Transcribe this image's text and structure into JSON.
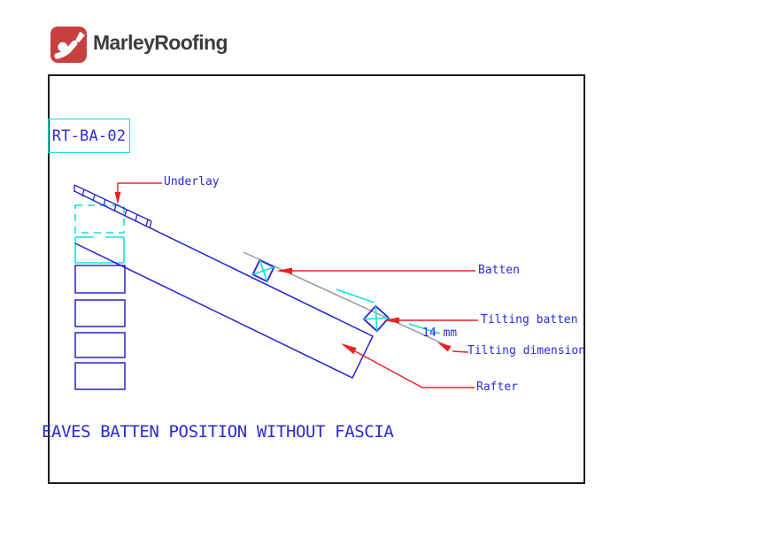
{
  "brand": {
    "name": "MarleyRoofing",
    "logo_icon": "marley-person-icon"
  },
  "drawing": {
    "ref_code": "RT-BA-02",
    "title": "EAVES BATTEN POSITION WITHOUT FASCIA",
    "dimension": {
      "value": "14 mm"
    },
    "labels": {
      "underlay": "Underlay",
      "batten": "Batten",
      "tilting_batten": "Tilting batten",
      "tilting_dimension": "Tilting dimension",
      "rafter": "Rafter"
    },
    "colors": {
      "line_blue": "#2424cf",
      "text_blue": "#2a2ad8",
      "cyan": "#17dede",
      "leader_red": "#e82222",
      "plane_gray": "#9a9a9a",
      "frame_dark": "#1c1c1c",
      "brand_red": "#c8403f",
      "brand_text": "#3d3d3d"
    }
  }
}
